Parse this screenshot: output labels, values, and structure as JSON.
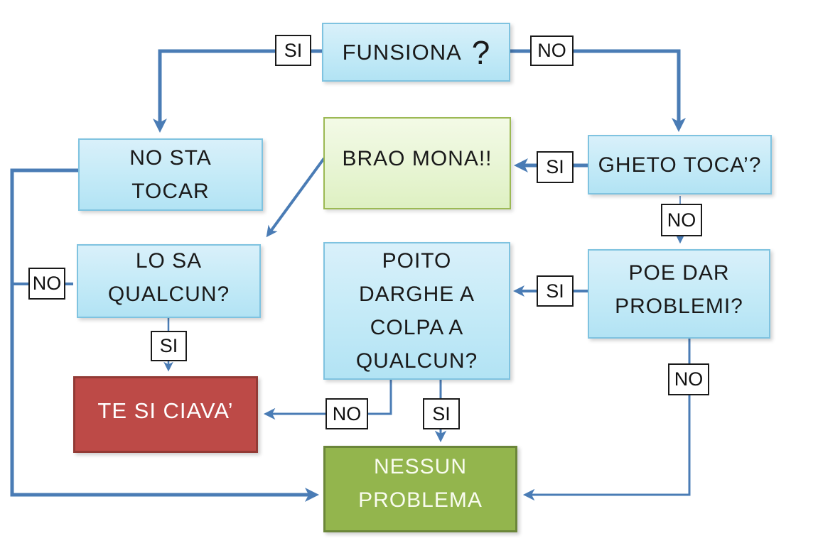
{
  "diagram_title": "Flowchart troubleshooting (Venetian dialect)",
  "nodes": {
    "funsiona": {
      "label": "FUNSIONA",
      "qmark": "?"
    },
    "no_sta_tocar": {
      "label": "NO STA\nTOCAR"
    },
    "brao_mona": {
      "label": "BRAO MONA!!"
    },
    "gheto_toca": {
      "label": "GHETO TOCA’?"
    },
    "lo_sa_qualcun": {
      "label": "LO SA\nQUALCUN?"
    },
    "poito_darghe": {
      "label": "POITO\nDARGHE A\nCOLPA A\nQUALCUN?"
    },
    "poe_dar_problemi": {
      "label": "POE DAR\nPROBLEMI?"
    },
    "te_si_ciava": {
      "label": "TE SI CIAVA’"
    },
    "nessun_problema": {
      "label": "NESSUN\nPROBLEMA"
    }
  },
  "edge_labels": {
    "funsiona_si": "SI",
    "funsiona_no": "NO",
    "gheto_si": "SI",
    "gheto_no": "NO",
    "lo_sa_no": "NO",
    "lo_sa_si": "SI",
    "poe_si": "SI",
    "poe_no": "NO",
    "poito_no": "NO",
    "poito_si": "SI"
  },
  "colors": {
    "connector": "#4a7cb5",
    "question_box_fill_top": "#d9f0fa",
    "question_box_fill_bottom": "#b2e3f4",
    "question_box_border": "#7fc3e0",
    "praise_box_fill_top": "#f3fae6",
    "praise_box_fill_bottom": "#def0c2",
    "praise_box_border": "#9cb954",
    "danger_box_fill": "#bd4a47",
    "danger_box_border": "#923a35",
    "success_box_fill": "#93b54d",
    "success_box_border": "#6b8639",
    "edge_label_border": "#1a1a1a"
  }
}
